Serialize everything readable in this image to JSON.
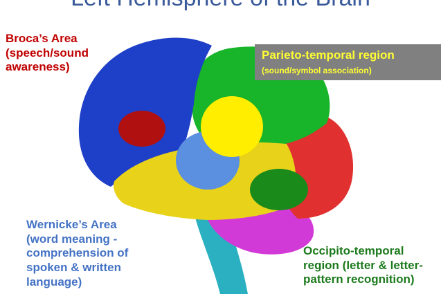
{
  "title": "Left Hemisphere of the Brain",
  "labels": {
    "broca": {
      "lines": [
        "Broca’s Area",
        "(speech/sound",
        "awareness)"
      ]
    },
    "parieto_temporal": {
      "title": "Parieto-temporal region",
      "subtitle": "(sound/symbol association)"
    },
    "wernicke": {
      "lines": [
        "Wernicke’s Area",
        "(word meaning -",
        "comprehension of",
        "spoken & written",
        "language)"
      ]
    },
    "occipito_temporal": {
      "lines": [
        "Occipito-temporal",
        "region (letter & letter-",
        "pattern recognition)"
      ]
    }
  },
  "colors": {
    "frontal_lobe": "#1e3fc8",
    "parietal_lobe": "#18b42a",
    "occipital_lobe": "#e03030",
    "temporal_lobe": "#e8d21a",
    "cerebellum": "#d23ad8",
    "brainstem": "#2ab0c0",
    "broca_marker": "#b01010",
    "wernicke_marker": "#5b8fe0",
    "parieto_temporal_marker": "#ffee00",
    "occipito_temporal_marker": "#1a8a1a",
    "label_box": "#808080"
  }
}
